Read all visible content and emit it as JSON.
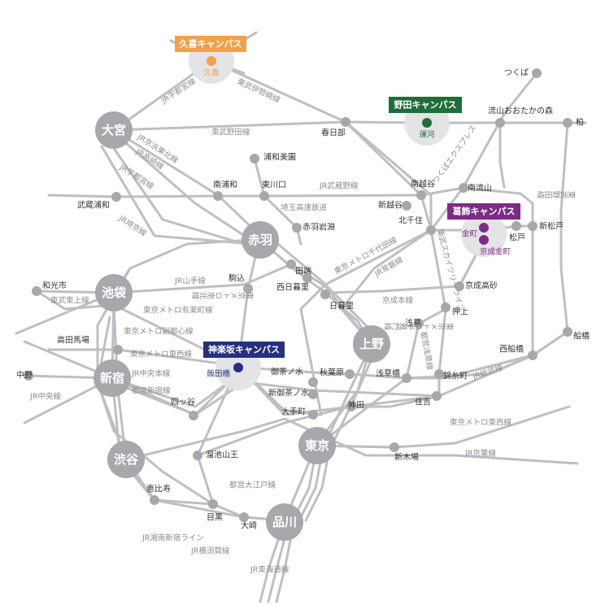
{
  "colors": {
    "line": "#bfbec3",
    "hub": "#a8a7ac",
    "kuki": "#f2a04a",
    "noda": "#1f6e3a",
    "katsushika": "#7e2b86",
    "kagurazaka": "#26307f"
  },
  "hubs": {
    "omiya": "大宮",
    "akabane": "赤羽",
    "ikebukuro": "池袋",
    "shinjuku": "新宿",
    "shibuya": "渋谷",
    "ueno": "上野",
    "tokyo": "東京",
    "shinagawa": "品川"
  },
  "campuses": {
    "kuki": {
      "label": "久喜キャンパス",
      "station": "久喜"
    },
    "noda": {
      "label": "野田キャンパス",
      "station": "運河"
    },
    "katsushika": {
      "label": "葛飾キャンパス",
      "station1": "金町",
      "station2": "京成金町"
    },
    "kagurazaka": {
      "label": "神楽坂キャンパス",
      "station": "飯田橋"
    }
  },
  "stations": {
    "tsukuba": "つくば",
    "nagareyama_otaka": "流山おおたかの森",
    "kashiwa": "柏",
    "kasukabe": "春日部",
    "minami_nagareyama": "南流山",
    "minami_koshigaya": "南越谷",
    "shin_koshigaya": "新越谷",
    "kita_senju": "北千住",
    "shin_matsudo": "新松戸",
    "matsudo": "松戸",
    "urawa_misono": "浦和美園",
    "minami_urawa": "南浦和",
    "higashi_kawaguchi": "東川口",
    "musashi_urawa": "武蔵浦和",
    "akabane_iwabuchi": "赤羽岩淵",
    "tabata": "田端",
    "nishi_nippori": "西日暮里",
    "nippori": "日暮里",
    "komagome": "駒込",
    "wakoshi": "和光市",
    "keisei_takasago": "京成高砂",
    "oshiage": "押上",
    "asakusa": "浅草",
    "nishi_funabashi": "西船橋",
    "funabashi": "船橋",
    "kinshicho": "錦糸町",
    "sumiyoshi": "住吉",
    "asakusabashi": "浅草橋",
    "akihabara": "秋葉原",
    "ochanomizu": "御茶ノ水",
    "shin_ochanomizu": "新御茶ノ水",
    "otemachi": "大手町",
    "kanda": "神田",
    "takadanobaba": "高田馬場",
    "nakano": "中野",
    "yotsuya": "四ッ谷",
    "tameike_sanno": "溜池山王",
    "shin_kiba": "新木場",
    "ebisu": "恵比寿",
    "meguro": "目黒",
    "osaki": "大崎"
  },
  "line_labels": {
    "jr_utsunomiya_1": "JR宇都宮線",
    "tobu_isesaki": "東武伊勢崎線",
    "tobu_noda": "東武野田線",
    "jr_keihin_tohoku": "JR京浜東北線",
    "jr_takasaki": "JR高崎線",
    "jr_utsunomiya_2": "JR宇都宮線",
    "jr_saikyo": "JR埼京線",
    "jr_musashino": "JR武蔵野線",
    "saitama_kosoku": "埼玉高速鉄道",
    "tsukuba_express": "つくばエクスプレス",
    "tobu_noda_2": "東武野田線",
    "metro_chiyoda": "東京メトロ千代田線",
    "jr_joban": "JR常磐線",
    "tobu_skytree": "東武スカイツリーライン",
    "keisei_main": "京成本線",
    "jr_yamanote": "JR山手線",
    "metro_namboku": "東京メトロ南北線",
    "tobu_tojo": "東武東上線",
    "metro_yurakucho": "東京メトロ有楽町線",
    "metro_fukutoshin": "東京メトロ副都心線",
    "metro_tozai_1": "東京メトロ東西線",
    "metro_hanzomon": "東京メトロ半蔵門線",
    "toei_asakusa": "都営浅草線",
    "jr_chuo_main": "JR中央本線",
    "toei_shinjuku": "都営新宿線",
    "jr_chuo": "JR中央線",
    "jr_sobu": "JR総武線",
    "metro_tozai_2": "東京メトロ東西線",
    "jr_keiyo": "JR京葉線",
    "toei_oedo": "都営大江戸線",
    "jr_shonan_shinjuku": "JR湘南新宿ライン",
    "jr_yokosuka": "JR横須賀線",
    "jr_tokaido": "JR東海道線"
  }
}
